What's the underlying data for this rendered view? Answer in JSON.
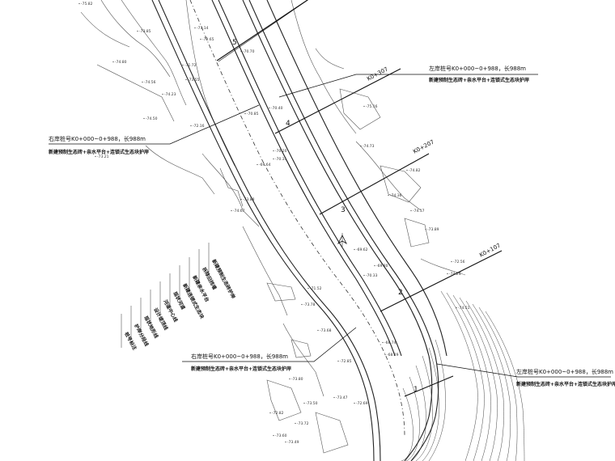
{
  "callouts": [
    {
      "line1": "左岸桩号K0+000~0+988，长988m",
      "line2": "新建预制生态砖+亲水平台+连锁式生态块护岸"
    },
    {
      "line1": "右岸桩号K0+000~0+988，长988m",
      "line2": "新建预制生态砖+亲水平台+连锁式生态块护岸"
    },
    {
      "line1": "右岸桩号K0+000~0+988，长988m",
      "line2": "新建预制生态砖+亲水平台+连锁式生态块护岸"
    },
    {
      "line1": "左岸桩号K0+000~0+988，长988m",
      "line2": "新建预制生态砖+亲水平台+连锁式生态块护岸"
    }
  ],
  "chainage": [
    "K0+307",
    "K0+207",
    "K0+107"
  ],
  "sections": [
    "5",
    "4",
    "3",
    "2",
    "1"
  ],
  "spot_levels": [
    "-75.82",
    "-73.85",
    "-74.80",
    "-74.56",
    "-74.23",
    "-73.55",
    "-72.16",
    "-74.50",
    "-73.21",
    "-70.40",
    "-75.16",
    "-74.73",
    "-74.82",
    "-74.36",
    "-74.17",
    "-73.89",
    "-74.24",
    "-74.51",
    "-73.80",
    "-73.50",
    "-73.72",
    "-73.60",
    "-73.47",
    "-72.69",
    "-70.85",
    "-70.20",
    "-70.31",
    "-69.64",
    "-69.62",
    "-69.80",
    "-70.33",
    "-68.74",
    "-68.29",
    "-72.82",
    "-73.49",
    "-71.52",
    "-73.78",
    "-73.68",
    "-72.85",
    "-70.70",
    "-71.72",
    "-72.65",
    "-73.14",
    "-73.88",
    "-74.67",
    "-72.56"
  ],
  "legend_items": [
    "新建预制生态砖护岸",
    "拆除旧挡墙",
    "新建亲水平台",
    "新建连锁式生态块",
    "现状河道",
    "河道中心线",
    "设计堤顶线",
    "现状地形线",
    "护岸分段线",
    "桩号标注"
  ]
}
